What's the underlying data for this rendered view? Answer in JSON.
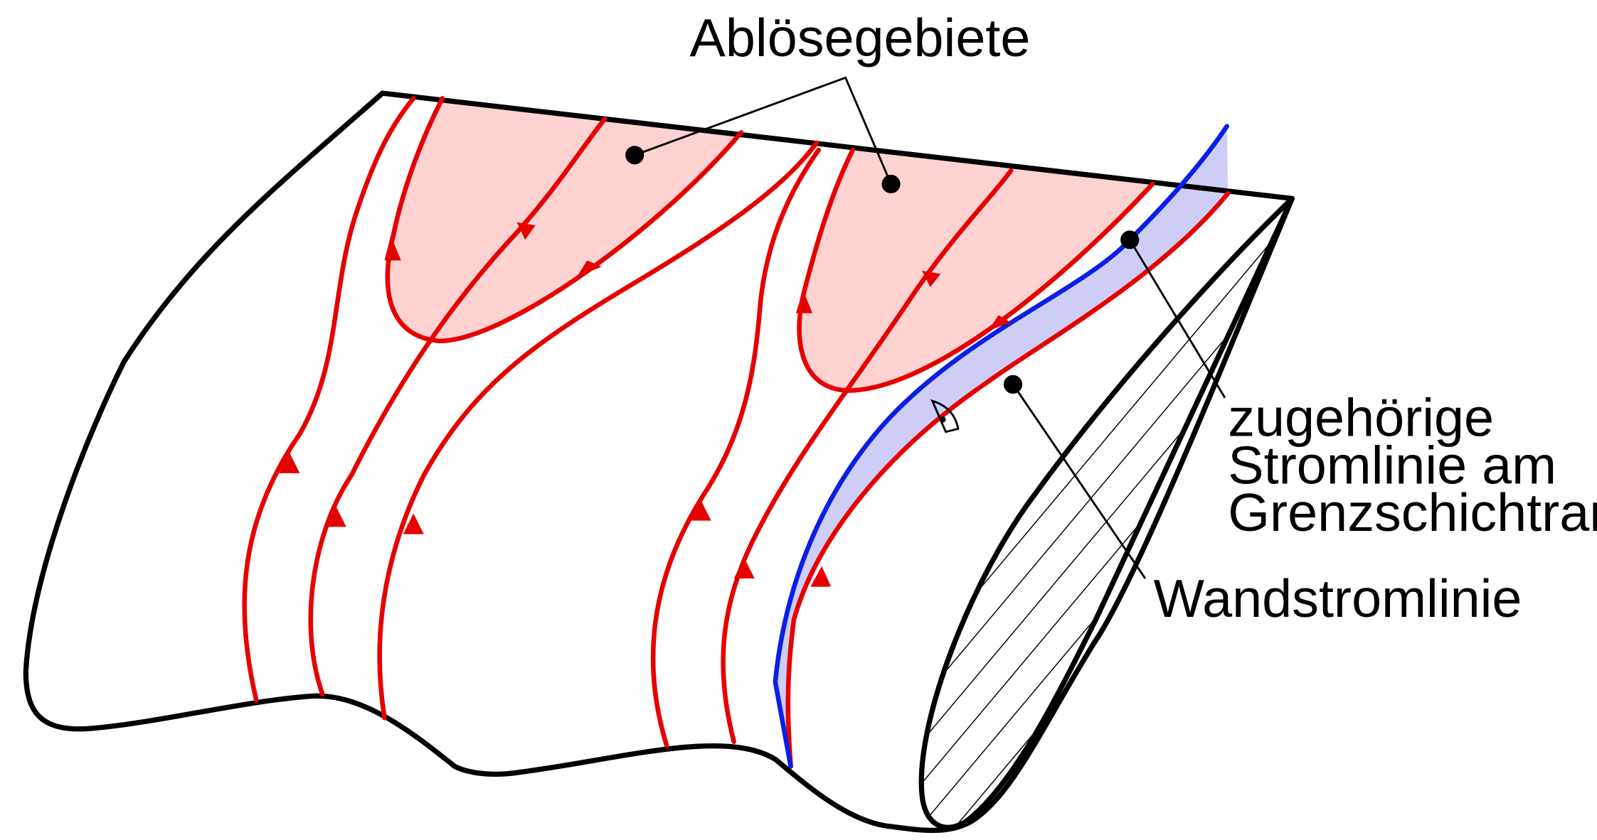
{
  "labels": {
    "separation": "Ablösegebiete",
    "edge_line": [
      "zugehörige",
      "Stromlinie am",
      "Grenzschichtrand"
    ],
    "wall_line": "Wandstromlinie"
  },
  "colors": {
    "outline": "#000000",
    "wall_streamline": "#e60000",
    "edge_streamline": "#0a1fe6",
    "separation_fill": "#ffd2d2",
    "edge_band_fill": "#c8c8f5"
  }
}
